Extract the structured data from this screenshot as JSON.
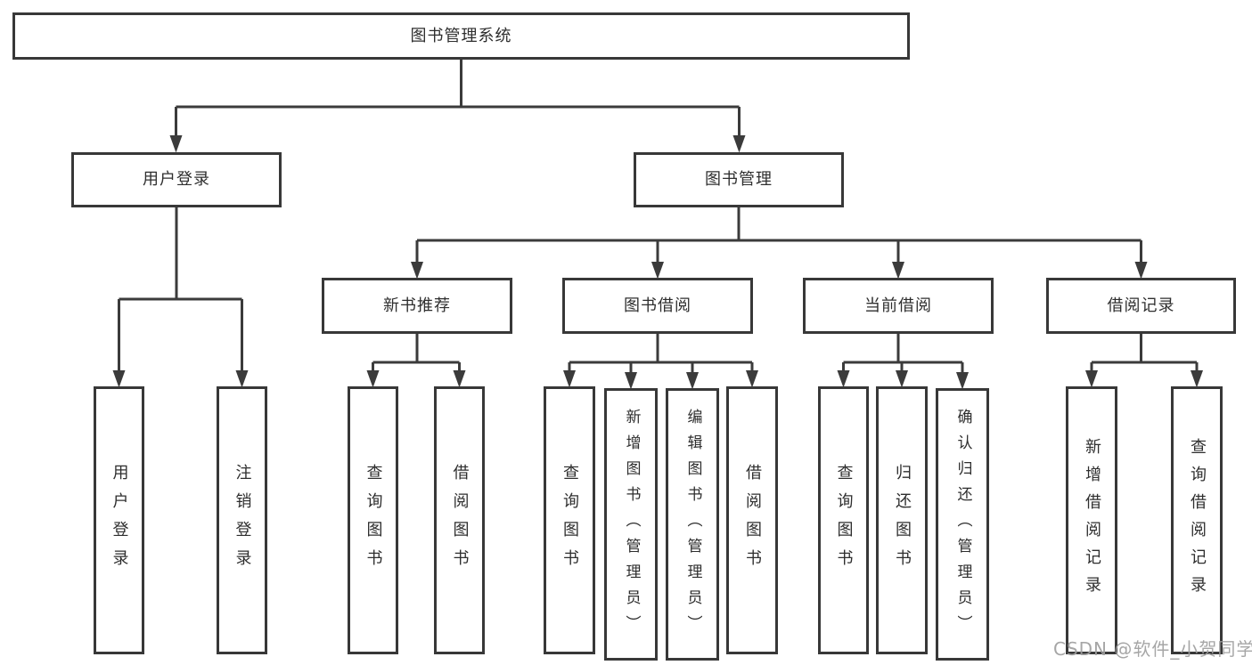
{
  "diagram_title": "图书管理系统",
  "tree": {
    "label": "图书管理系统",
    "children": [
      {
        "label": "用户登录",
        "children": [
          {
            "label": "用户登录"
          },
          {
            "label": "注销登录"
          }
        ]
      },
      {
        "label": "图书管理",
        "children": [
          {
            "label": "新书推荐",
            "children": [
              {
                "label": "查询图书"
              },
              {
                "label": "借阅图书"
              }
            ]
          },
          {
            "label": "图书借阅",
            "children": [
              {
                "label": "查询图书"
              },
              {
                "label": "新增图书（管理员）"
              },
              {
                "label": "编辑图书（管理员）"
              },
              {
                "label": "借阅图书"
              }
            ]
          },
          {
            "label": "当前借阅",
            "children": [
              {
                "label": "查询图书"
              },
              {
                "label": "归还图书"
              },
              {
                "label": "确认归还（管理员）"
              }
            ]
          },
          {
            "label": "借阅记录",
            "children": [
              {
                "label": "新增借阅记录"
              },
              {
                "label": "查询借阅记录"
              }
            ]
          }
        ]
      }
    ]
  },
  "watermark": {
    "text": "CSDN @软件_小贺同学"
  },
  "colors": {
    "box_border": "#383838",
    "connector_line": "#3b3b3b",
    "text": "#2e2e2e",
    "watermark_text": "#9f9f9f",
    "background": "#ffffff"
  }
}
